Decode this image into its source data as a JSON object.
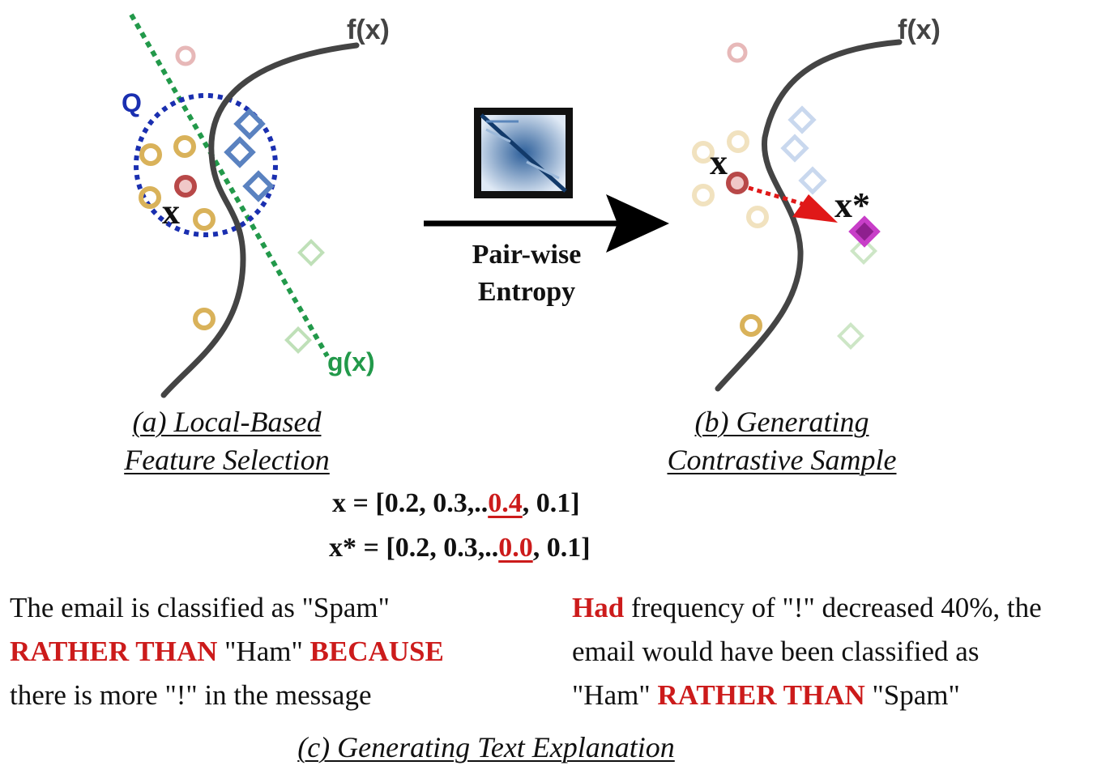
{
  "panel_a": {
    "curve_label": "f(x)",
    "line_label": "g(x)",
    "region_label": "Q",
    "point_label": "x",
    "caption_line1": "(a) Local-Based",
    "caption_line2": "Feature Selection"
  },
  "panel_b": {
    "curve_label": "f(x)",
    "point_label": "x",
    "contrast_label": "x*",
    "caption_line1": "(b) Generating",
    "caption_line2": "Contrastive Sample"
  },
  "transition": {
    "label_line1": "Pair-wise",
    "label_line2": "Entropy",
    "icon": "heatmap-matrix-icon"
  },
  "vectors": {
    "x_name": "x",
    "x_prefix": " = [0.2, 0.3,..",
    "x_highlight": "0.4",
    "x_suffix": ", 0.1]",
    "xstar_name": "x*",
    "xstar_prefix": " = [0.2, 0.3,..",
    "xstar_highlight": "0.0",
    "xstar_suffix": ", 0.1]"
  },
  "explanation_left": {
    "line1": "The email  is classified as \"Spam\"",
    "rather_than": "RATHER THAN",
    "ham": " \"Ham\" ",
    "because": "BECAUSE",
    "line3": "there is more \"!\" in the message"
  },
  "explanation_right": {
    "had": "Had",
    "line1_rest": " frequency of \"!\" decreased 40%, the",
    "line2": "email would have been classified as",
    "ham": "\"Ham\" ",
    "rather_than": "RATHER THAN",
    "spam": " \"Spam\""
  },
  "caption_c": "(c) Generating Text Explanation",
  "colors": {
    "curve": "#444444",
    "boundary_line": "#22994a",
    "region": "#1a2fb0",
    "class_circle": "#d9b25a",
    "class_diamond": "#5a82c0",
    "faded_diamond": "#a9d3a0",
    "instance": "#b84848",
    "contrast": "#b82ab8",
    "highlight": "#cc1b1b"
  }
}
